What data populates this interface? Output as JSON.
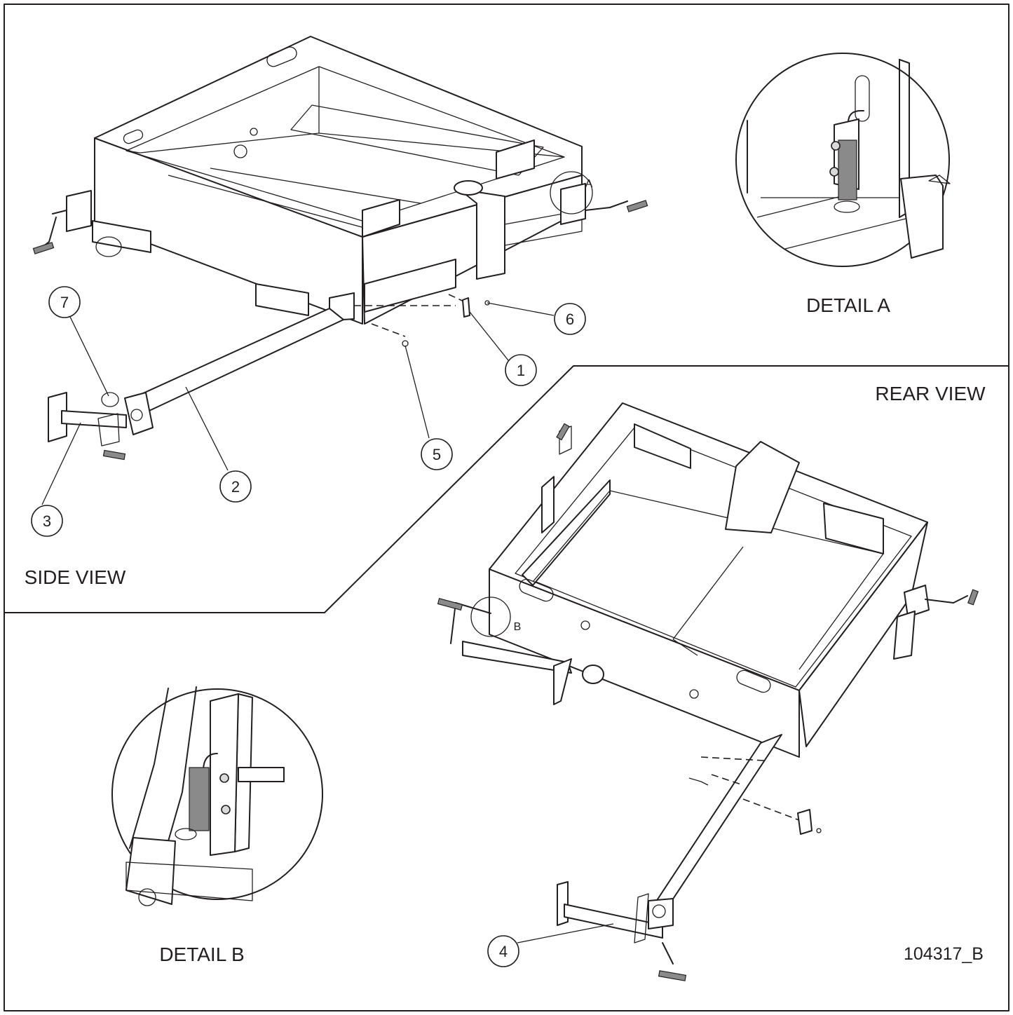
{
  "views": {
    "side_view": "SIDE VIEW",
    "rear_view": "REAR VIEW",
    "detail_a": "DETAIL A",
    "detail_b": "DETAIL B"
  },
  "detail_markers": {
    "a": "A",
    "b": "B"
  },
  "callouts": {
    "c1": "1",
    "c2": "2",
    "c3": "3",
    "c4": "4",
    "c5": "5",
    "c6": "6",
    "c7": "7"
  },
  "drawing_number": "104317_B",
  "colors": {
    "line": "#231f20",
    "background": "#ffffff"
  }
}
